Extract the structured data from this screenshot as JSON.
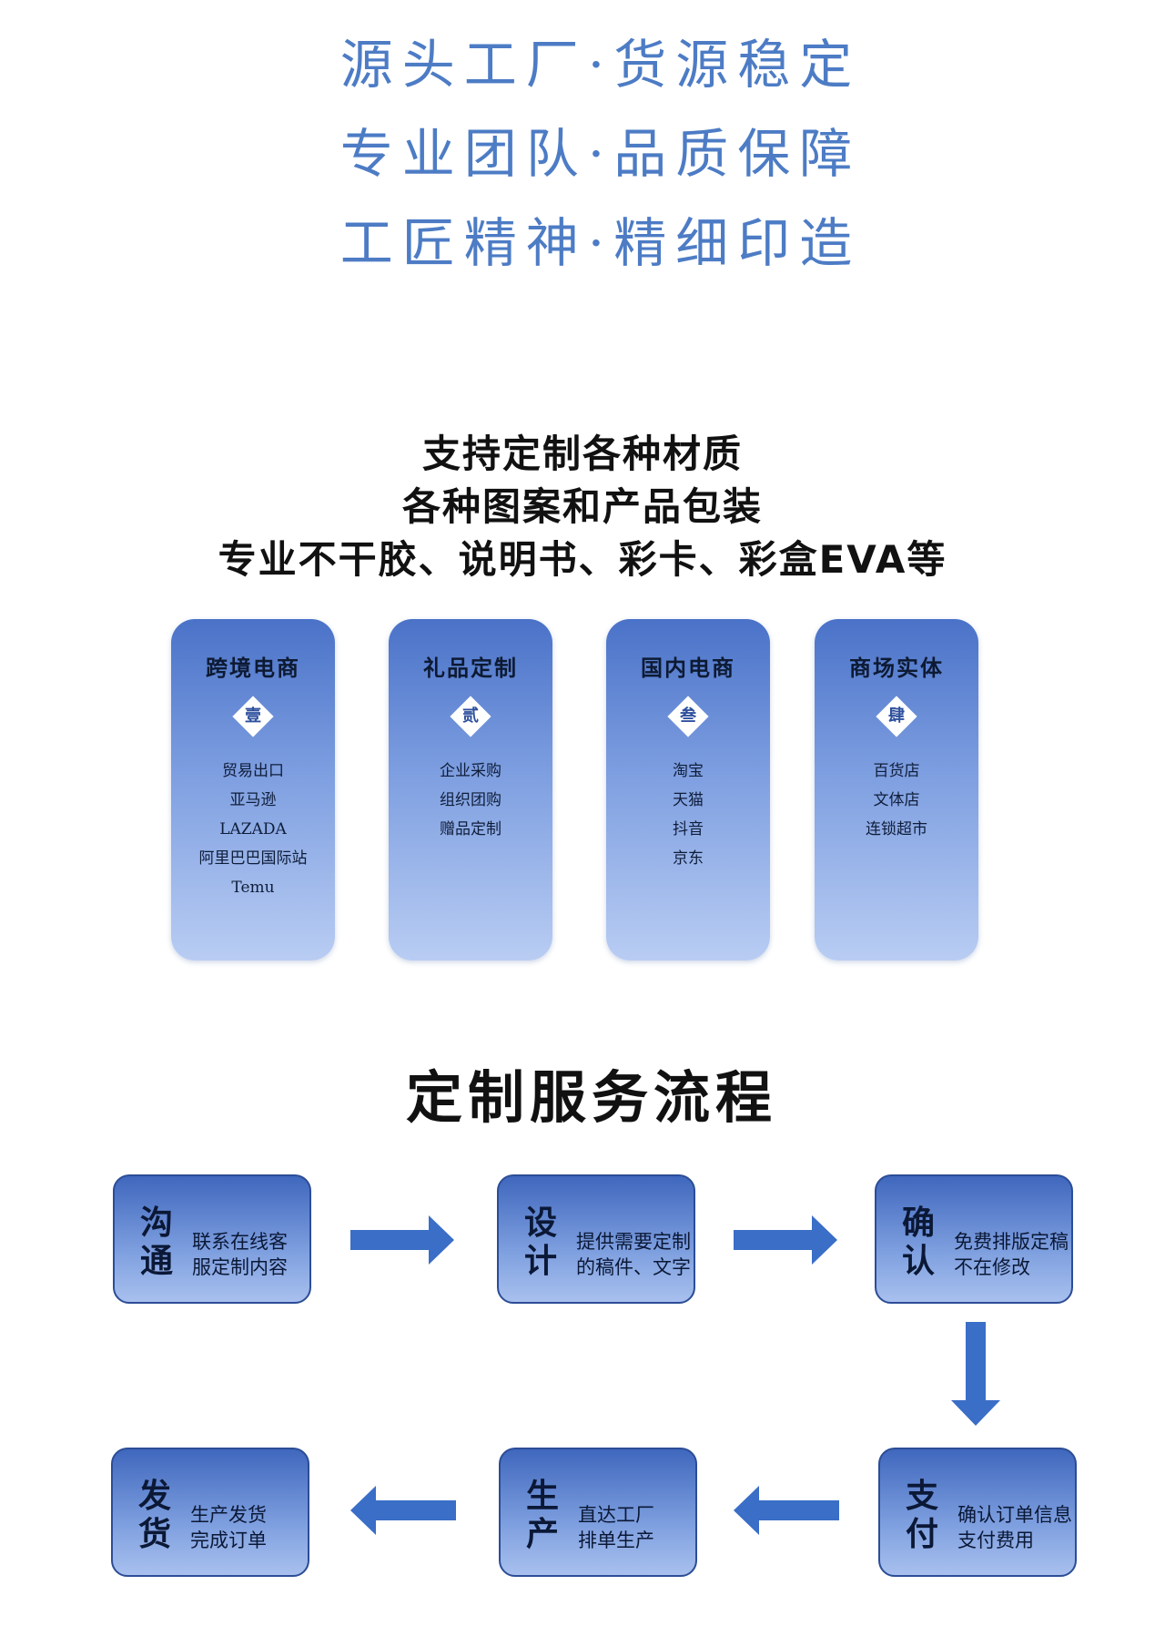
{
  "slogans": [
    "源头工厂·货源稳定",
    "专业团队·品质保障",
    "工匠精神·精细印造"
  ],
  "intro": [
    "支持定制各种材质",
    "各种图案和产品包装",
    "专业不干胶、说明书、彩卡、彩盒EVA等"
  ],
  "cards": [
    {
      "title": "跨境电商",
      "numeral": "壹",
      "items": [
        "贸易出口",
        "亚马逊",
        "LAZADA",
        "阿里巴巴国际站",
        "Temu"
      ]
    },
    {
      "title": "礼品定制",
      "numeral": "贰",
      "items": [
        "企业采购",
        "组织团购",
        "赠品定制"
      ]
    },
    {
      "title": "国内电商",
      "numeral": "叁",
      "items": [
        "淘宝",
        "天猫",
        "抖音",
        "京东"
      ]
    },
    {
      "title": "商场实体",
      "numeral": "肆",
      "items": [
        "百货店",
        "文体店",
        "连锁超市"
      ]
    }
  ],
  "process": {
    "title": "定制服务流程",
    "steps": [
      {
        "head": "沟通",
        "line1": "联系在线客",
        "line2": "服定制内容"
      },
      {
        "head": "设计",
        "line1": "提供需要定制",
        "line2": "的稿件、文字"
      },
      {
        "head": "确认",
        "line1": "免费排版定稿",
        "line2": "不在修改"
      },
      {
        "head": "支付",
        "line1": "确认订单信息",
        "line2": "支付费用"
      },
      {
        "head": "生产",
        "line1": "直达工厂",
        "line2": "排单生产"
      },
      {
        "head": "发货",
        "line1": "生产发货",
        "line2": "完成订单"
      }
    ]
  },
  "colors": {
    "slogan": "#4d7cc5",
    "card_top": "#4a72c8",
    "card_bottom": "#b9cdf3",
    "arrow": "#3a6ec7"
  }
}
